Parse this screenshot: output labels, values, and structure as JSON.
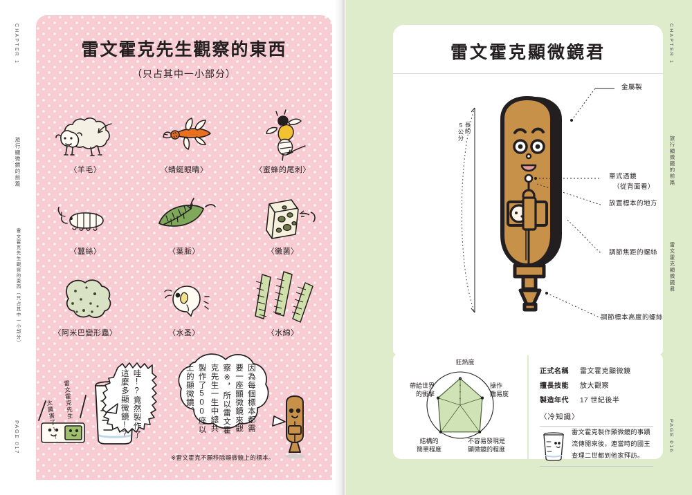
{
  "spread": {
    "left_page": {
      "page_number": "PAGE 017",
      "chapter_label": "CHAPTER 1",
      "running_head": "旅行顯微鏡的前篇",
      "running_head2": "雷文霍克先生觀察的東西（只占其中一小部分）",
      "card": {
        "title": "雷文霍克先生觀察的東西",
        "subtitle": "（只占其中一小部分）",
        "specimens": [
          {
            "caption": "〈羊毛〉",
            "icon": "sheep-icon"
          },
          {
            "caption": "〈蜻蜓眼睛〉",
            "icon": "dragonfly-icon"
          },
          {
            "caption": "〈蜜蜂的尾刺〉",
            "icon": "bee-icon"
          },
          {
            "caption": "〈蠶絲〉",
            "icon": "silkworm-icon"
          },
          {
            "caption": "〈葉脈〉",
            "icon": "leaf-icon"
          },
          {
            "caption": "〈黴菌〉",
            "icon": "mold-cheese-icon"
          },
          {
            "caption": "〈阿米巴變形蟲〉",
            "icon": "amoeba-icon"
          },
          {
            "caption": "〈水蚤〉",
            "icon": "water-flea-icon"
          },
          {
            "caption": "〈水綿〉",
            "icon": "spirogyra-icon"
          }
        ],
        "bubble_small": "哇!?竟然製作了這麼多顯微鏡!?",
        "bubble_large": "因為每個標本都需要一座顯微鏡來觀察※，所以雷文霍克先生一生中總共製作了500座以上的顯微鏡。",
        "footnote": "※雷文霍克不願移除顯微鏡上的標本。",
        "hand_note_a": "雷文霍克先生",
        "hand_note_b": "太厲害了!!"
      }
    },
    "right_page": {
      "page_number": "PAGE 016",
      "chapter_label": "CHAPTER 1",
      "running_head": "旅行顯微鏡的前篇",
      "running_head2": "雷文霍克顯微鏡君",
      "title": "雷文霍克顯微鏡君",
      "diagram": {
        "dimension_label_top": "長約",
        "dimension_label_bottom": "5公分",
        "callouts": [
          {
            "name": "material",
            "text": "金屬製"
          },
          {
            "name": "lens",
            "text": "單式透鏡"
          },
          {
            "name": "lens-sub",
            "text": "（從背面看）"
          },
          {
            "name": "specimen-spot",
            "text": "放置標本的地方"
          },
          {
            "name": "focus-screw",
            "text": "調節焦距的螺絲"
          },
          {
            "name": "height-screw",
            "text": "調節標本高度的螺絲"
          }
        ]
      },
      "spec_panel": {
        "rows": [
          {
            "key": "正式名稱",
            "value": "雷文霍克顯微鏡"
          },
          {
            "key": "擅長技能",
            "value": "放大觀察"
          },
          {
            "key": "製造年代",
            "value": "17 世紀後半"
          }
        ],
        "trivia_title": "〈冷知識〉",
        "trivia_body": "雷文霍克製作顯微鏡的事蹟流傳開來後，連當時的國王查理二世都到他家拜訪。"
      },
      "chart_data": {
        "type": "radar",
        "title": "",
        "categories": [
          "狂熱度",
          "操作難易度",
          "不容易發現是顯微鏡的程度",
          "結構的簡單程度",
          "帶給世界的衝擊"
        ],
        "category_lines": [
          [
            "狂熱度"
          ],
          [
            "操作",
            "難易度"
          ],
          [
            "不容易發現是",
            "顯微鏡的程度"
          ],
          [
            "結構的",
            "簡單程度"
          ],
          [
            "帶給世界",
            "的衝擊"
          ]
        ],
        "values": [
          4.0,
          3.5,
          5.0,
          5.0,
          3.5
        ],
        "max": 5,
        "rmin": 0,
        "grid": false,
        "fill_color": "#cfe3b7",
        "line_color": "#4a5e38",
        "legend": "none"
      }
    }
  },
  "colors": {
    "pink_card": "#f7ccd2",
    "green_page": "#dfeccb",
    "radar_fill": "#cfe3b7",
    "brass": "#c8914a",
    "ink": "#231f20"
  }
}
